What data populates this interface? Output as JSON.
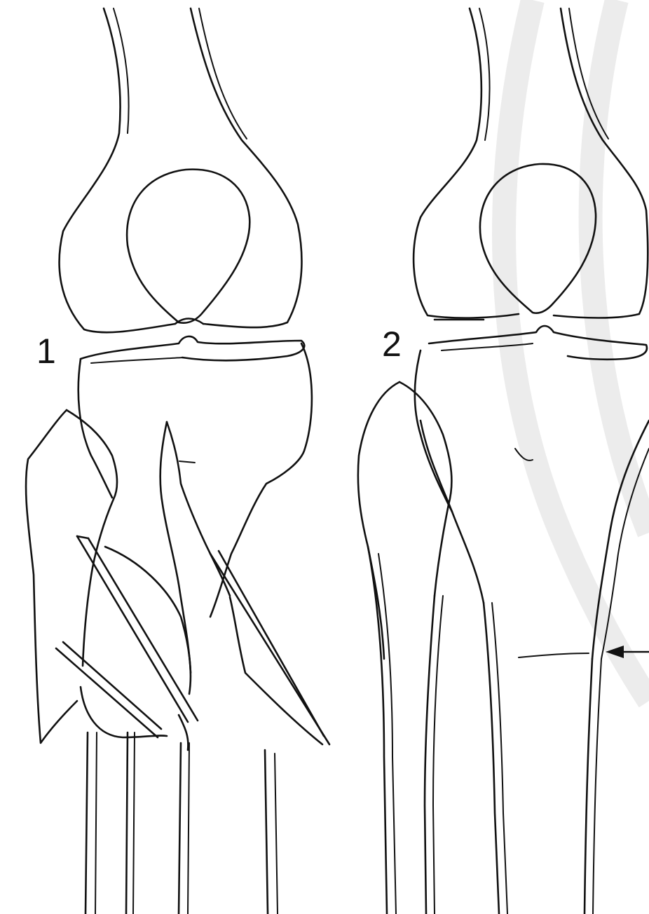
{
  "figures": [
    {
      "id": "figure-1",
      "label": "1"
    },
    {
      "id": "figure-2",
      "label": "2"
    }
  ],
  "colors": {
    "ink": "#111111",
    "background": "#ffffff",
    "watermark": "#ececec"
  }
}
